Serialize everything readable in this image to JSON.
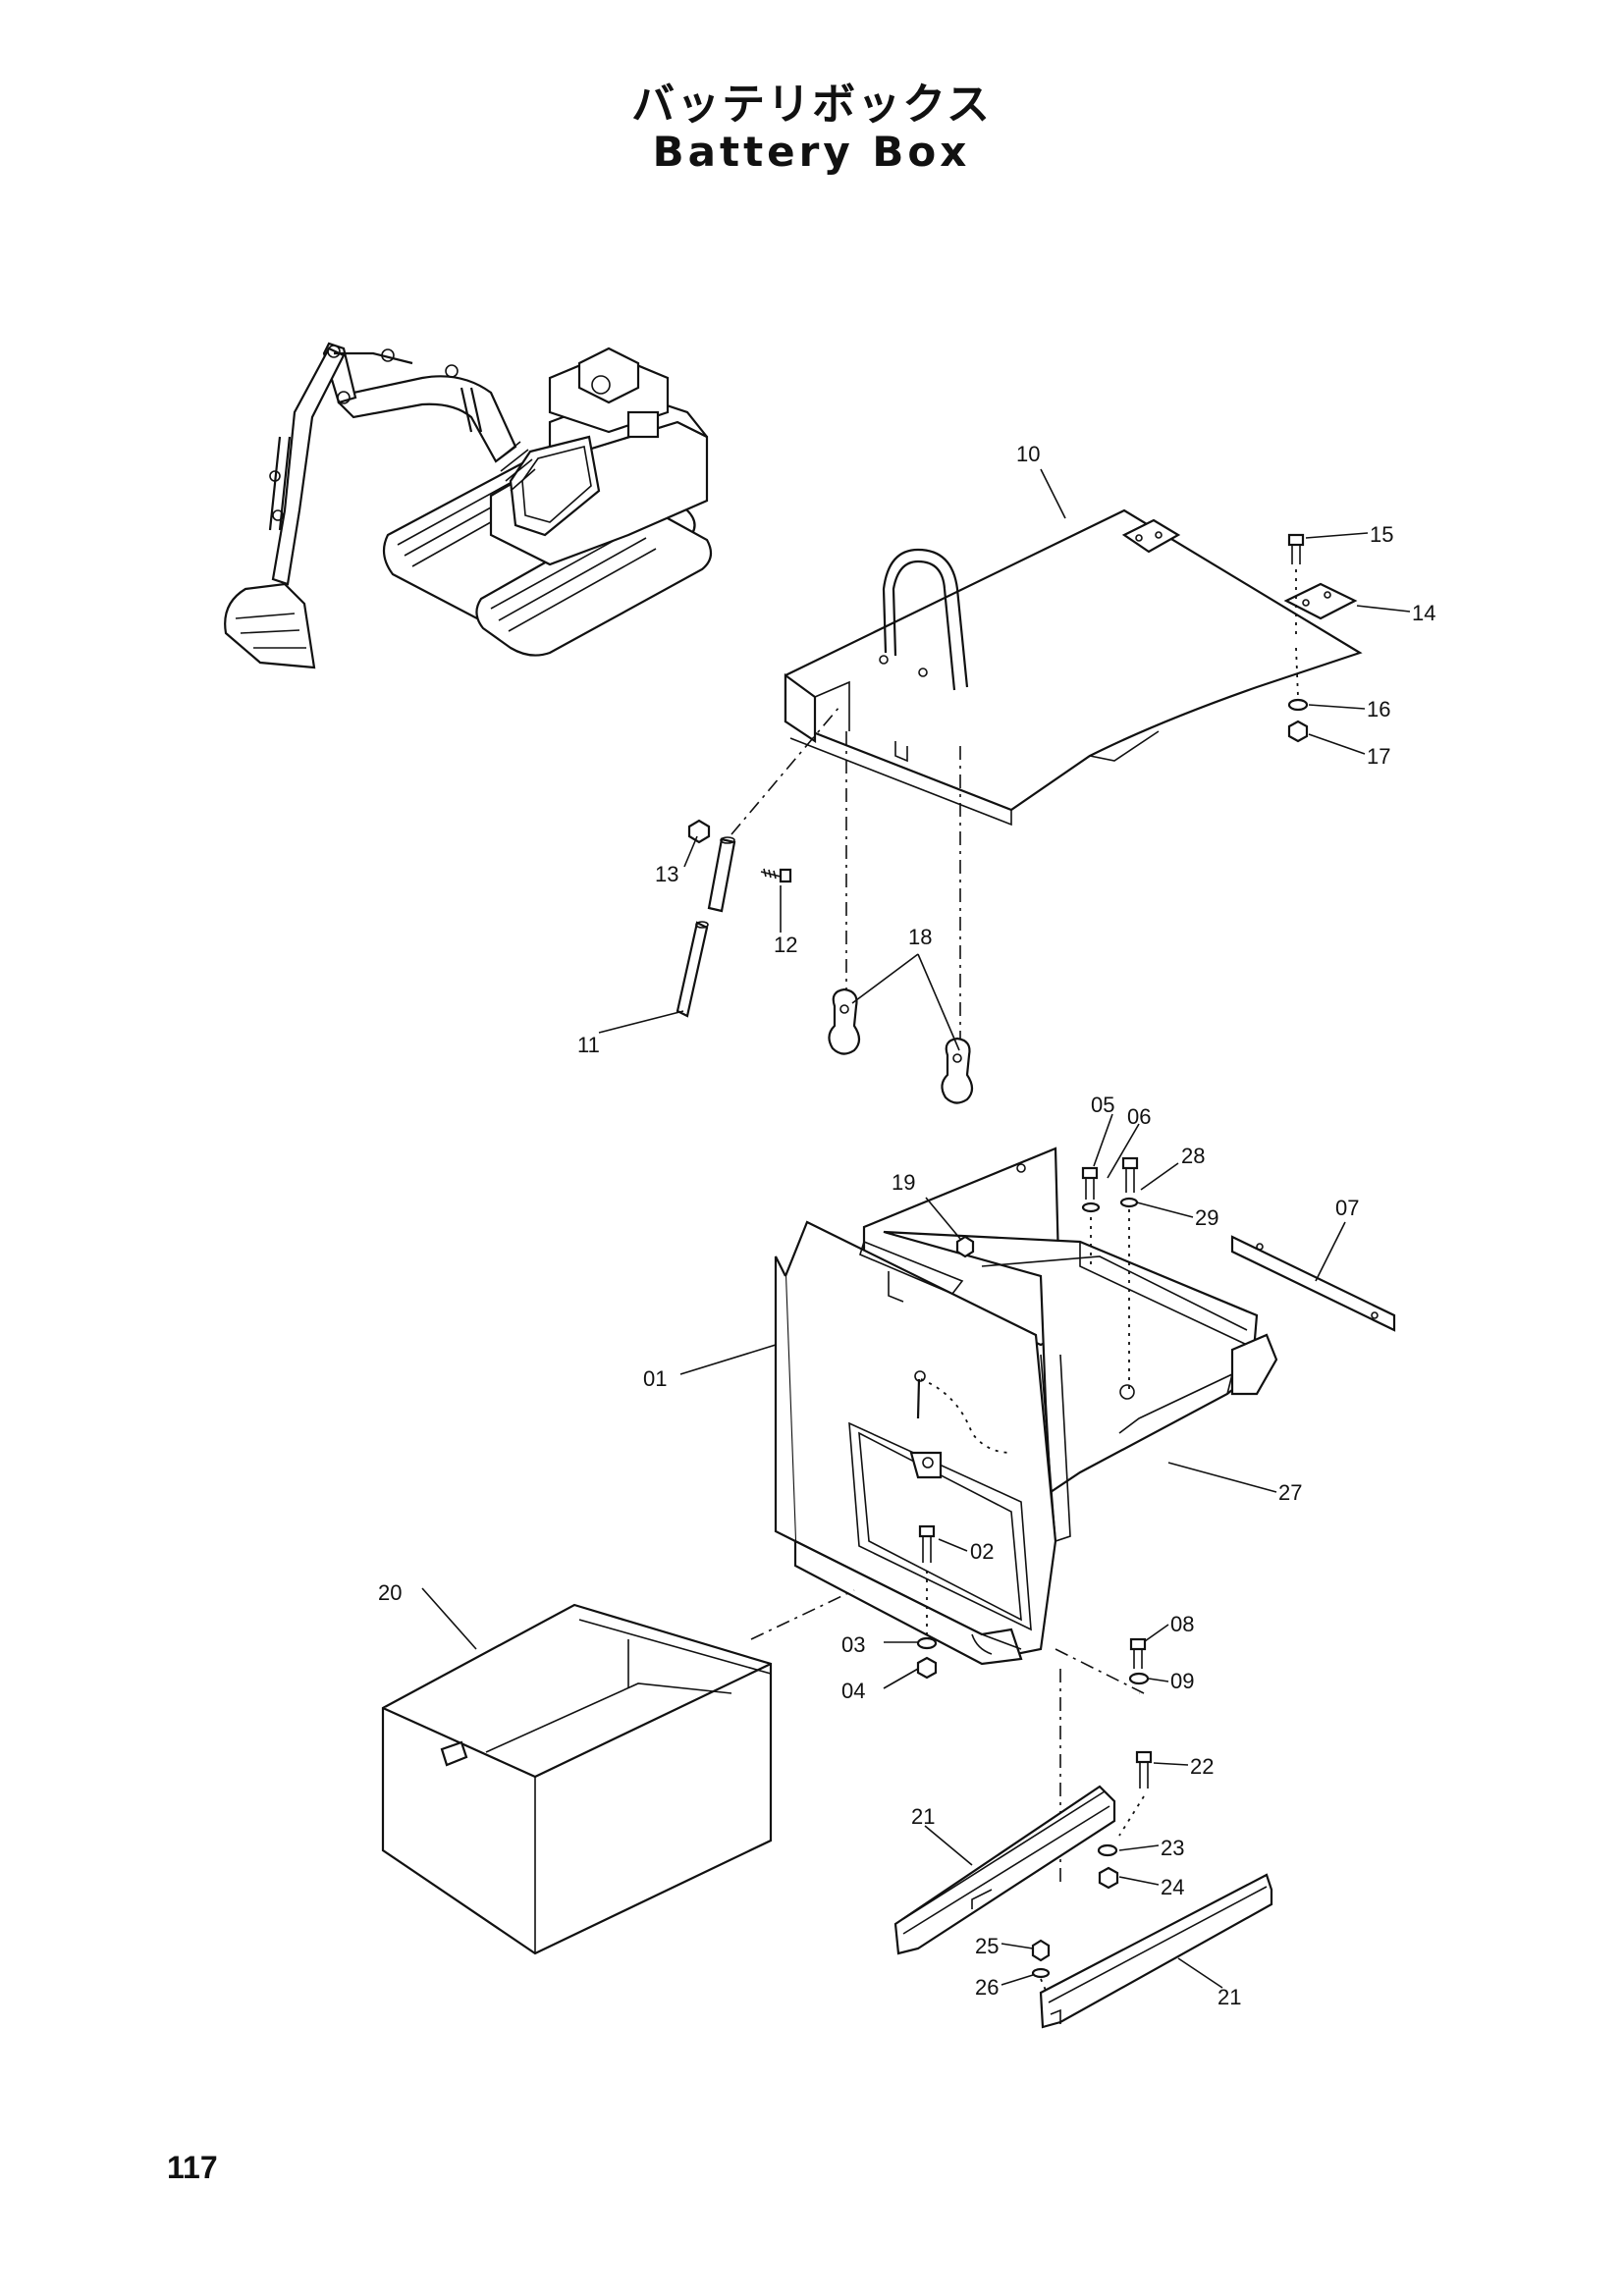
{
  "title_jp": "バッテリボックス",
  "title_en": "Battery Box",
  "page_number": "117",
  "part_labels": [
    "10",
    "15",
    "14",
    "16",
    "17",
    "13",
    "12",
    "11",
    "18",
    "05",
    "06",
    "28",
    "29",
    "07",
    "19",
    "01",
    "27",
    "02",
    "20",
    "03",
    "04",
    "08",
    "09",
    "22",
    "21",
    "23",
    "24",
    "25",
    "26",
    "21"
  ]
}
